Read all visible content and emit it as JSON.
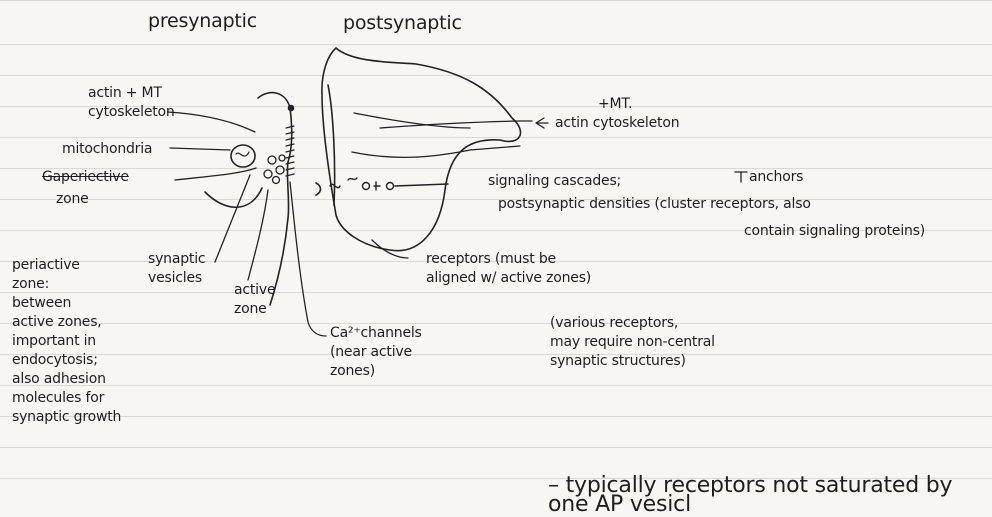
{
  "headings": {
    "presynaptic": "presynaptic",
    "postsynaptic": "postsynaptic"
  },
  "labels": {
    "actin_mt": "actin + MT\ncytoskeleton",
    "mitochondria": "mitochondria",
    "periactive_zone_crossed": "Gaperiective",
    "zone": "zone",
    "periactive_note": "periactive\nzone:\nbetween\nactive zones,\nimportant in\nendocytosis;\nalso adhesion\nmolecules for\nsynaptic growth",
    "synaptic_vesicles": "synaptic\nvesicles",
    "active_zone": "active\nzone",
    "ca_channels": "Ca²⁺channels\n(near active\nzones)",
    "receptors": "receptors (must be\naligned w/ active zones)",
    "various_receptors": "(various receptors,\nmay require non-central\nsynaptic structures)",
    "plus_mt": "+MT.",
    "actin_cytoskeleton": "actin cytoskeleton",
    "signaling_cascades": "signaling cascades;",
    "anchors": "anchors",
    "postsynaptic_densities": "postsynaptic densities (cluster receptors, also",
    "signaling_proteins": "contain signaling proteins)",
    "bottom_note": "– typically receptors not saturated by one AP vesicl"
  },
  "icons": [
    "mitochondrion-icon",
    "synaptic-vesicle-icon",
    "receptor-icon"
  ]
}
